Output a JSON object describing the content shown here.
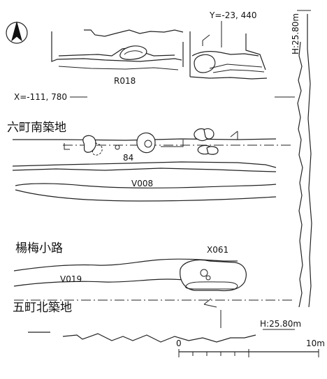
{
  "labels": {
    "y_coord": "Y=-23, 440",
    "x_coord": "X=-111, 780",
    "height_top": "H:25.80m",
    "height_bottom": "H:25.80m",
    "r018": "R018",
    "rokucho_minami": "六町南築地",
    "pit_84": "84",
    "v008": "V008",
    "yobai_koji": "楊梅小路",
    "x061": "X061",
    "v019": "V019",
    "gocho_kita": "五町北築地"
  },
  "scale": {
    "start": "0",
    "end": "10m"
  },
  "icons": {
    "north": "north-arrow-icon"
  }
}
